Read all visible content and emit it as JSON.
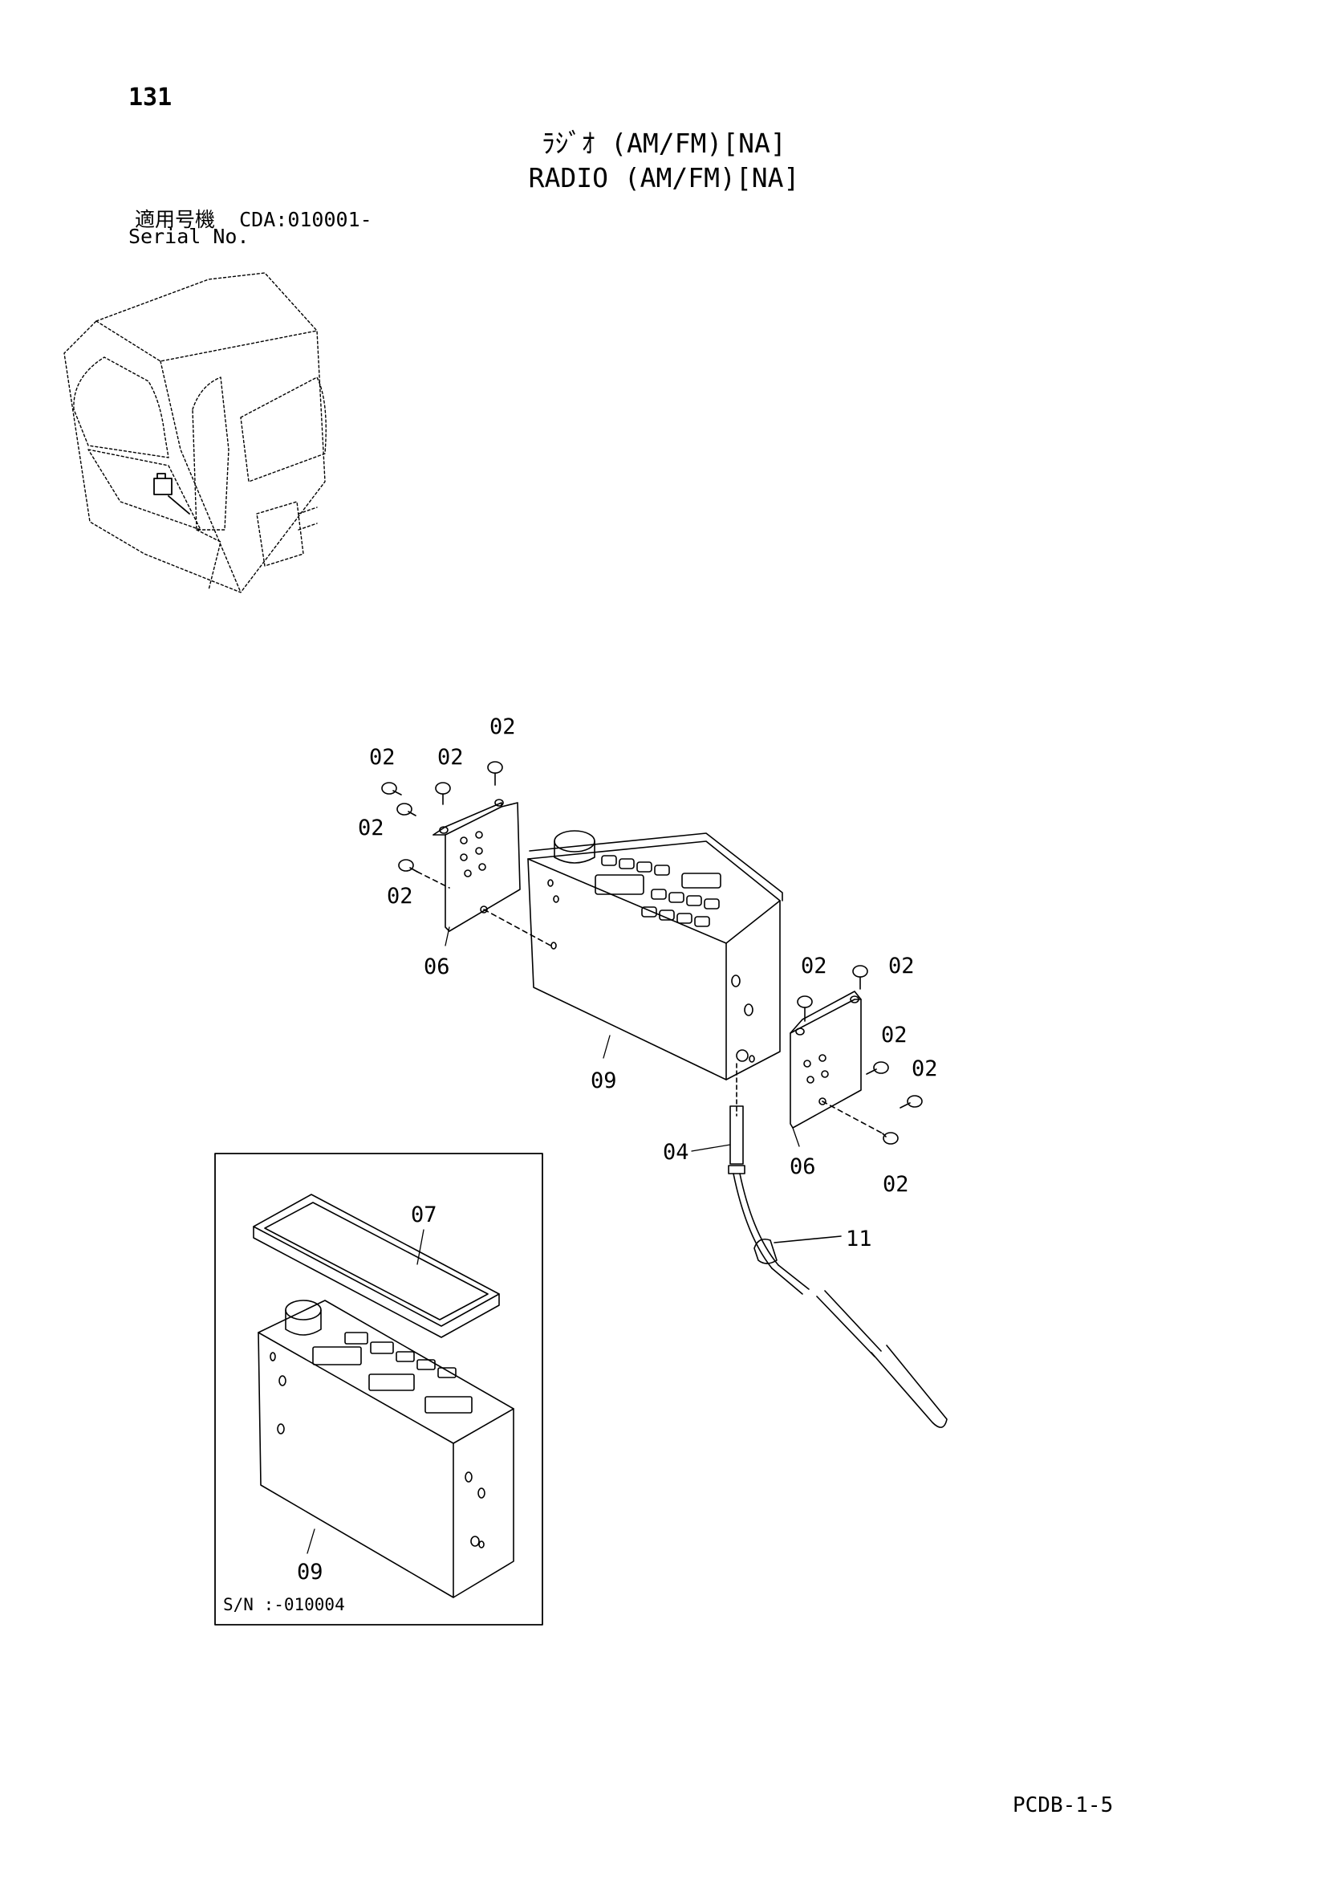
{
  "header": {
    "page_number": "131",
    "title_jp": "ﾗｼﾞｵ (AM/FM)[NA]",
    "title_en": "RADIO (AM/FM)[NA]",
    "serial_label_jp": "適用号機",
    "serial_value": "CDA:010001-",
    "serial_label_en": "Serial No."
  },
  "callouts": {
    "screw": "02",
    "cable": "04",
    "bracket": "06",
    "cover": "07",
    "radio": "09",
    "clamp": "11"
  },
  "inset": {
    "serial_note": "S/N :-010004"
  },
  "footer": {
    "doc_code": "PCDB-1-5"
  }
}
